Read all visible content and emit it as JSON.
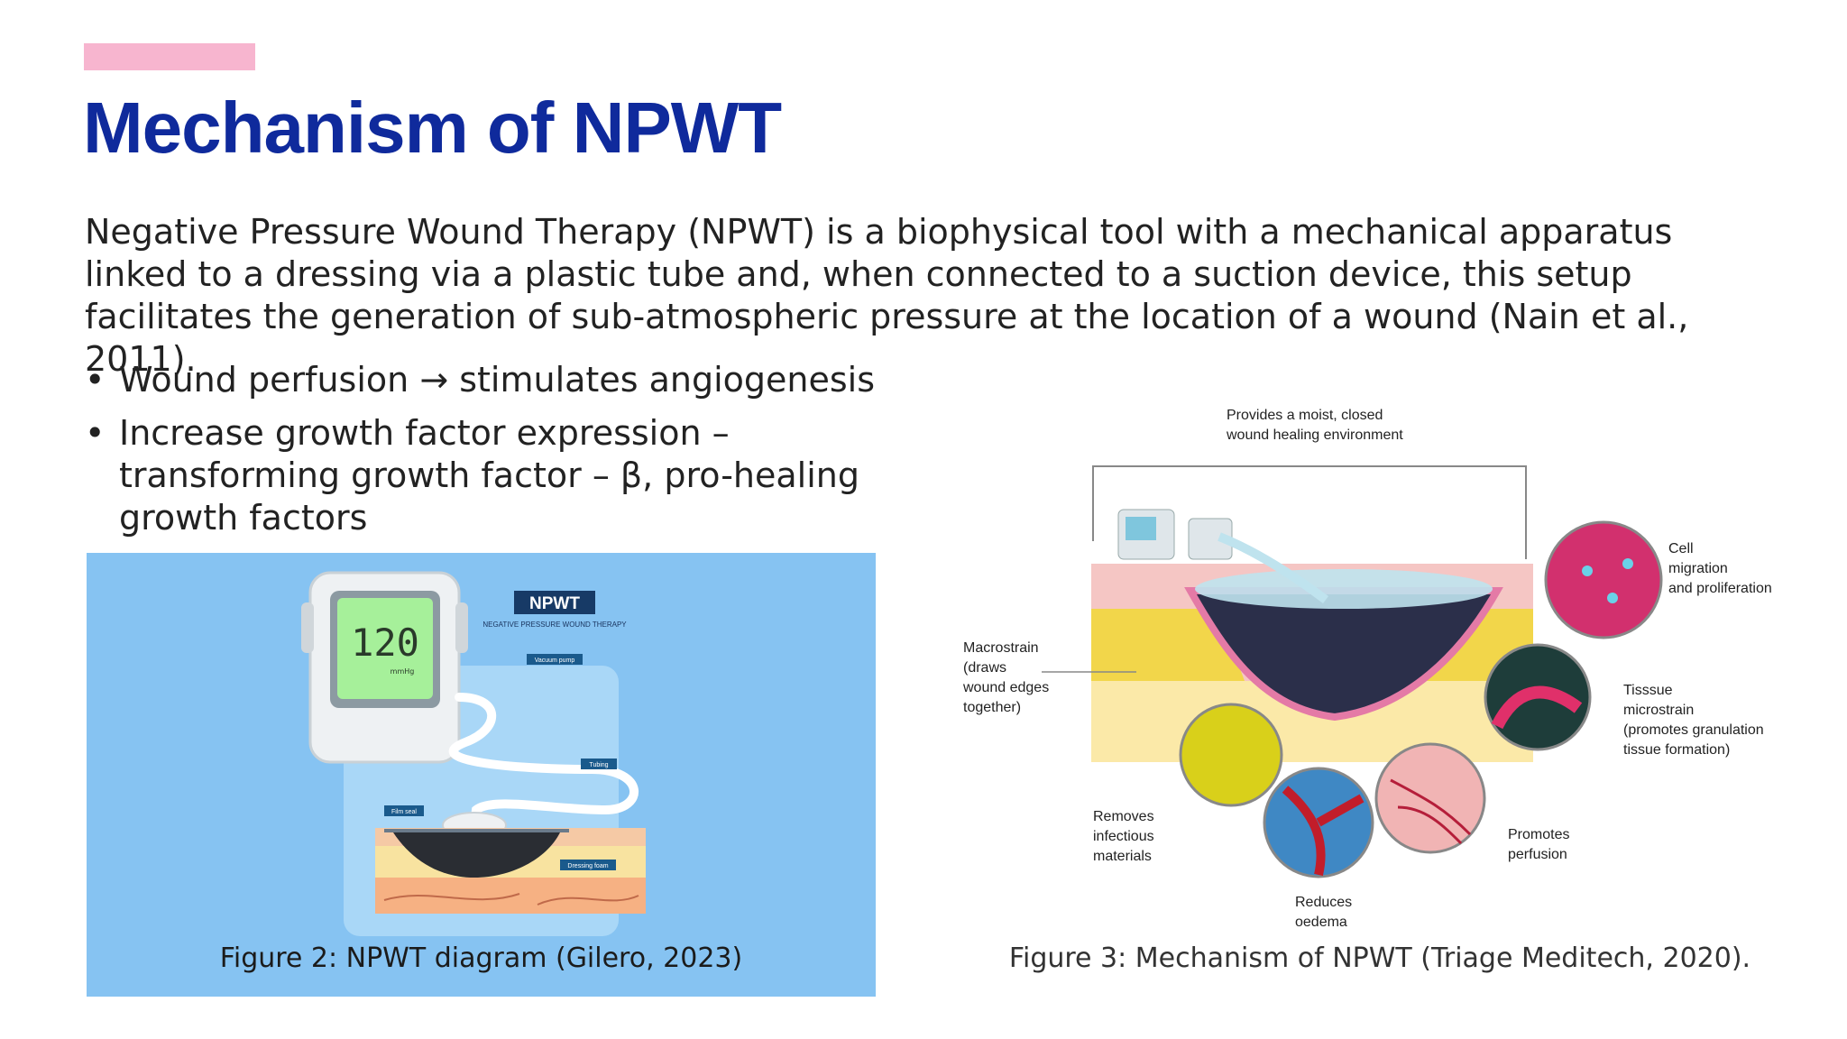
{
  "slide": {
    "title": "Mechanism of NPWT",
    "intro": "Negative Pressure Wound Therapy (NPWT) is a biophysical tool with a mechanical apparatus linked to a dressing via a plastic tube and, when connected to a suction device, this setup facilitates the generation of sub-atmospheric pressure at the location of a wound (Nain et al., 2011).",
    "bullets": [
      "Wound perfusion → stimulates angiogenesis",
      "Increase growth factor expression – transforming growth factor – β, pro-healing growth factors"
    ],
    "colors": {
      "title": "#0f2a9c",
      "accent_bar": "#f7b5cf",
      "figure2_bg": "#86c3f2"
    }
  },
  "figure2": {
    "caption": "Figure 2: NPWT diagram (Gilero, 2023)",
    "badge": "NPWT",
    "subtitle": "NEGATIVE PRESSURE WOUND THERAPY",
    "display_value": "120",
    "display_unit": "mmHg",
    "labels": {
      "pump": "Vacuum pump",
      "tubing": "Tubing",
      "film": "Film seal",
      "foam": "Dressing foam"
    }
  },
  "figure3": {
    "caption": "Figure 3: Mechanism of NPWT (Triage Meditech, 2020).",
    "labels": {
      "top": [
        "Provides a moist, closed",
        "wound healing environment"
      ],
      "macro": [
        "Macrostrain",
        "(draws",
        "wound edges",
        "together)"
      ],
      "cell": [
        "Cell",
        "migration",
        "and proliferation"
      ],
      "micro": [
        "Tisssue",
        "microstrain",
        "(promotes granulation",
        "tissue formation)"
      ],
      "infect": [
        "Removes",
        "infectious",
        "materials"
      ],
      "oedema": [
        "Reduces",
        "oedema"
      ],
      "perf": [
        "Promotes",
        "perfusion"
      ]
    }
  }
}
